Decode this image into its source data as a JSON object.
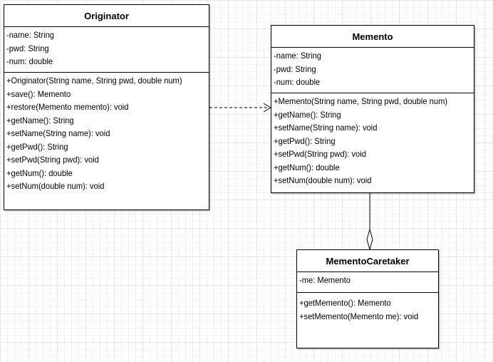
{
  "classes": {
    "originator": {
      "name": "Originator",
      "attributes": [
        "-name: String",
        "-pwd: String",
        "-num: double"
      ],
      "methods": [
        "+Originator(String name, String pwd, double num)",
        "+save(): Memento",
        "+restore(Memento  memento): void",
        "+getName(): String",
        "+setName(String name): void",
        "+getPwd(): String",
        "+setPwd(String pwd): void",
        "+getNum(): double",
        "+setNum(double num): void"
      ]
    },
    "memento": {
      "name": "Memento",
      "attributes": [
        "-name: String",
        "-pwd: String",
        "-num: double"
      ],
      "methods": [
        "+Memento(String name, String pwd, double num)",
        "+getName(): String",
        "+setName(String name): void",
        "+getPwd(): String",
        "+setPwd(String pwd): void",
        "+getNum(): double",
        "+setNum(double num): void"
      ]
    },
    "caretaker": {
      "name": "MementoCaretaker",
      "attributes": [
        "-me: Memento"
      ],
      "methods": [
        "+getMemento(): Memento",
        "+setMemento(Memento me): void"
      ]
    }
  },
  "relations": [
    {
      "from": "Originator",
      "to": "Memento",
      "type": "dependency"
    },
    {
      "from": "MementoCaretaker",
      "to": "Memento",
      "type": "aggregation"
    }
  ]
}
